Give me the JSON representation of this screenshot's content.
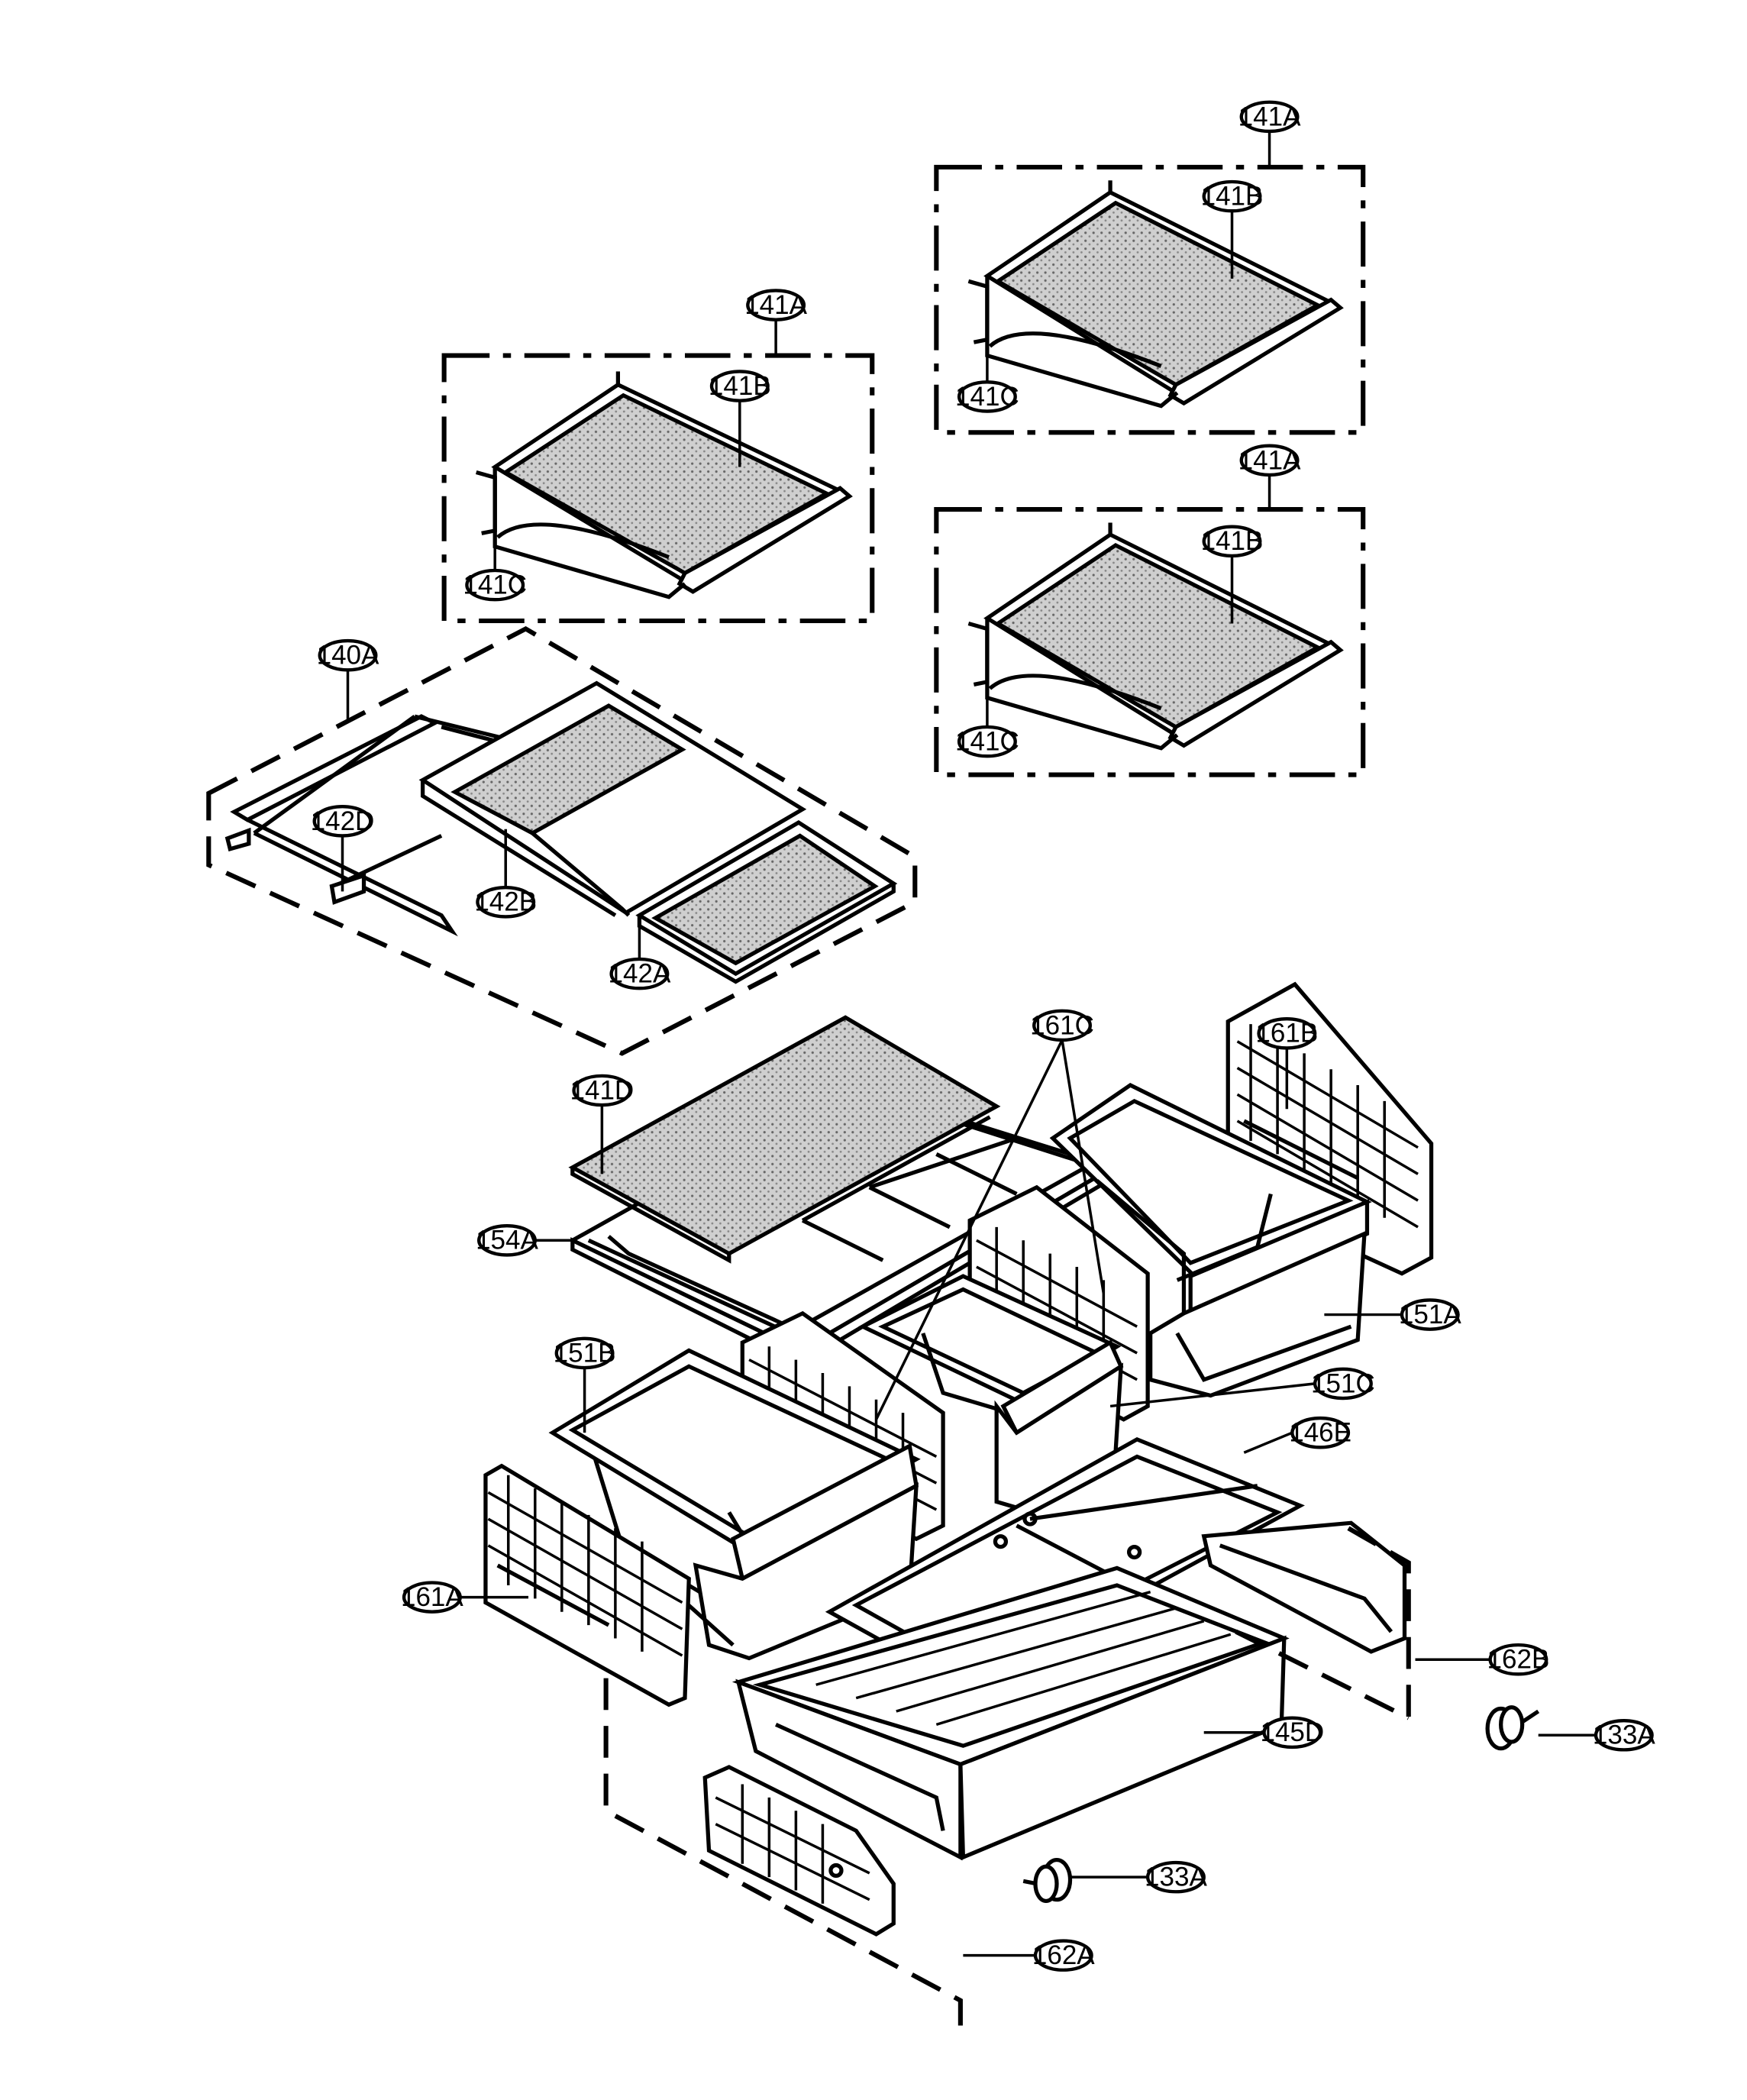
{
  "labels": {
    "l141a_tl": "141A",
    "l141b_tl": "141B",
    "l141c_tl": "141C",
    "l141a_tr": "141A",
    "l141b_tr": "141B",
    "l141c_tr": "141C",
    "l141a_mr": "141A",
    "l141b_mr": "141B",
    "l141c_mr": "141C",
    "l140a": "140A",
    "l142d": "142D",
    "l142b": "142B",
    "l142a": "142A",
    "l161c": "161C",
    "l161b": "161B",
    "l141d": "141D",
    "l154a": "154A",
    "l151a": "151A",
    "l151b": "151B",
    "l151c": "151C",
    "l146e": "146E",
    "l161a": "161A",
    "l162b": "162B",
    "l133a_r": "133A",
    "l145d": "145D",
    "l133a_b": "133A",
    "l162a": "162A"
  }
}
